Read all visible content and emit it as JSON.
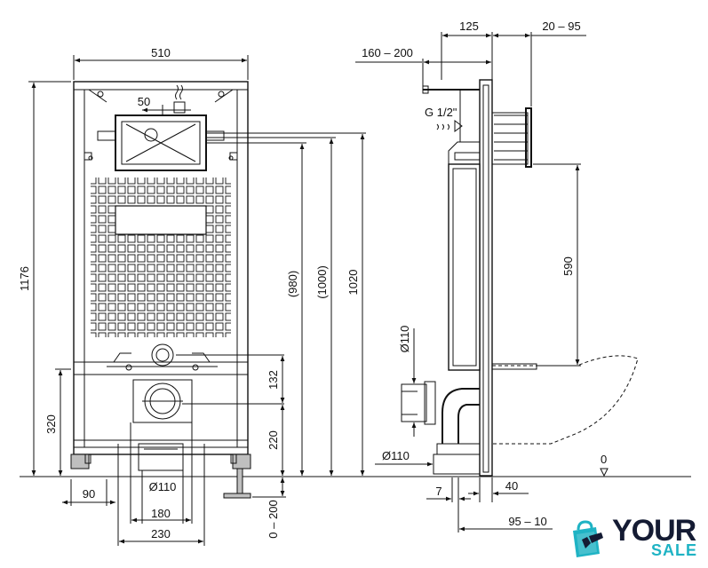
{
  "front_view": {
    "dims": {
      "width_total": "510",
      "flush_plate_offset": "50",
      "height_total": "1176",
      "height_980": "(980)",
      "height_1000": "(1000)",
      "height_1020": "1020",
      "height_320": "320",
      "height_132": "132",
      "height_220": "220",
      "adjust_0_200": "0 – 200",
      "foot_90": "90",
      "outlet_dia": "Ø110",
      "width_180": "180",
      "width_230": "230"
    }
  },
  "side_view": {
    "dims": {
      "depth_125": "125",
      "depth_20_95": "20 – 95",
      "depth_160_200": "160 – 200",
      "water_inlet": "G 1/2\"",
      "height_590": "590",
      "pipe_dia_top": "Ø110",
      "pipe_dia_bottom": "Ø110",
      "floor_zero": "0",
      "offset_7": "7",
      "offset_40": "40",
      "offset_95": "95 – 10"
    }
  },
  "logo": {
    "word1": "YOUR",
    "word2": "SALE",
    "colors": {
      "dark": "#141b33",
      "accent": "#1fb3c4"
    }
  }
}
